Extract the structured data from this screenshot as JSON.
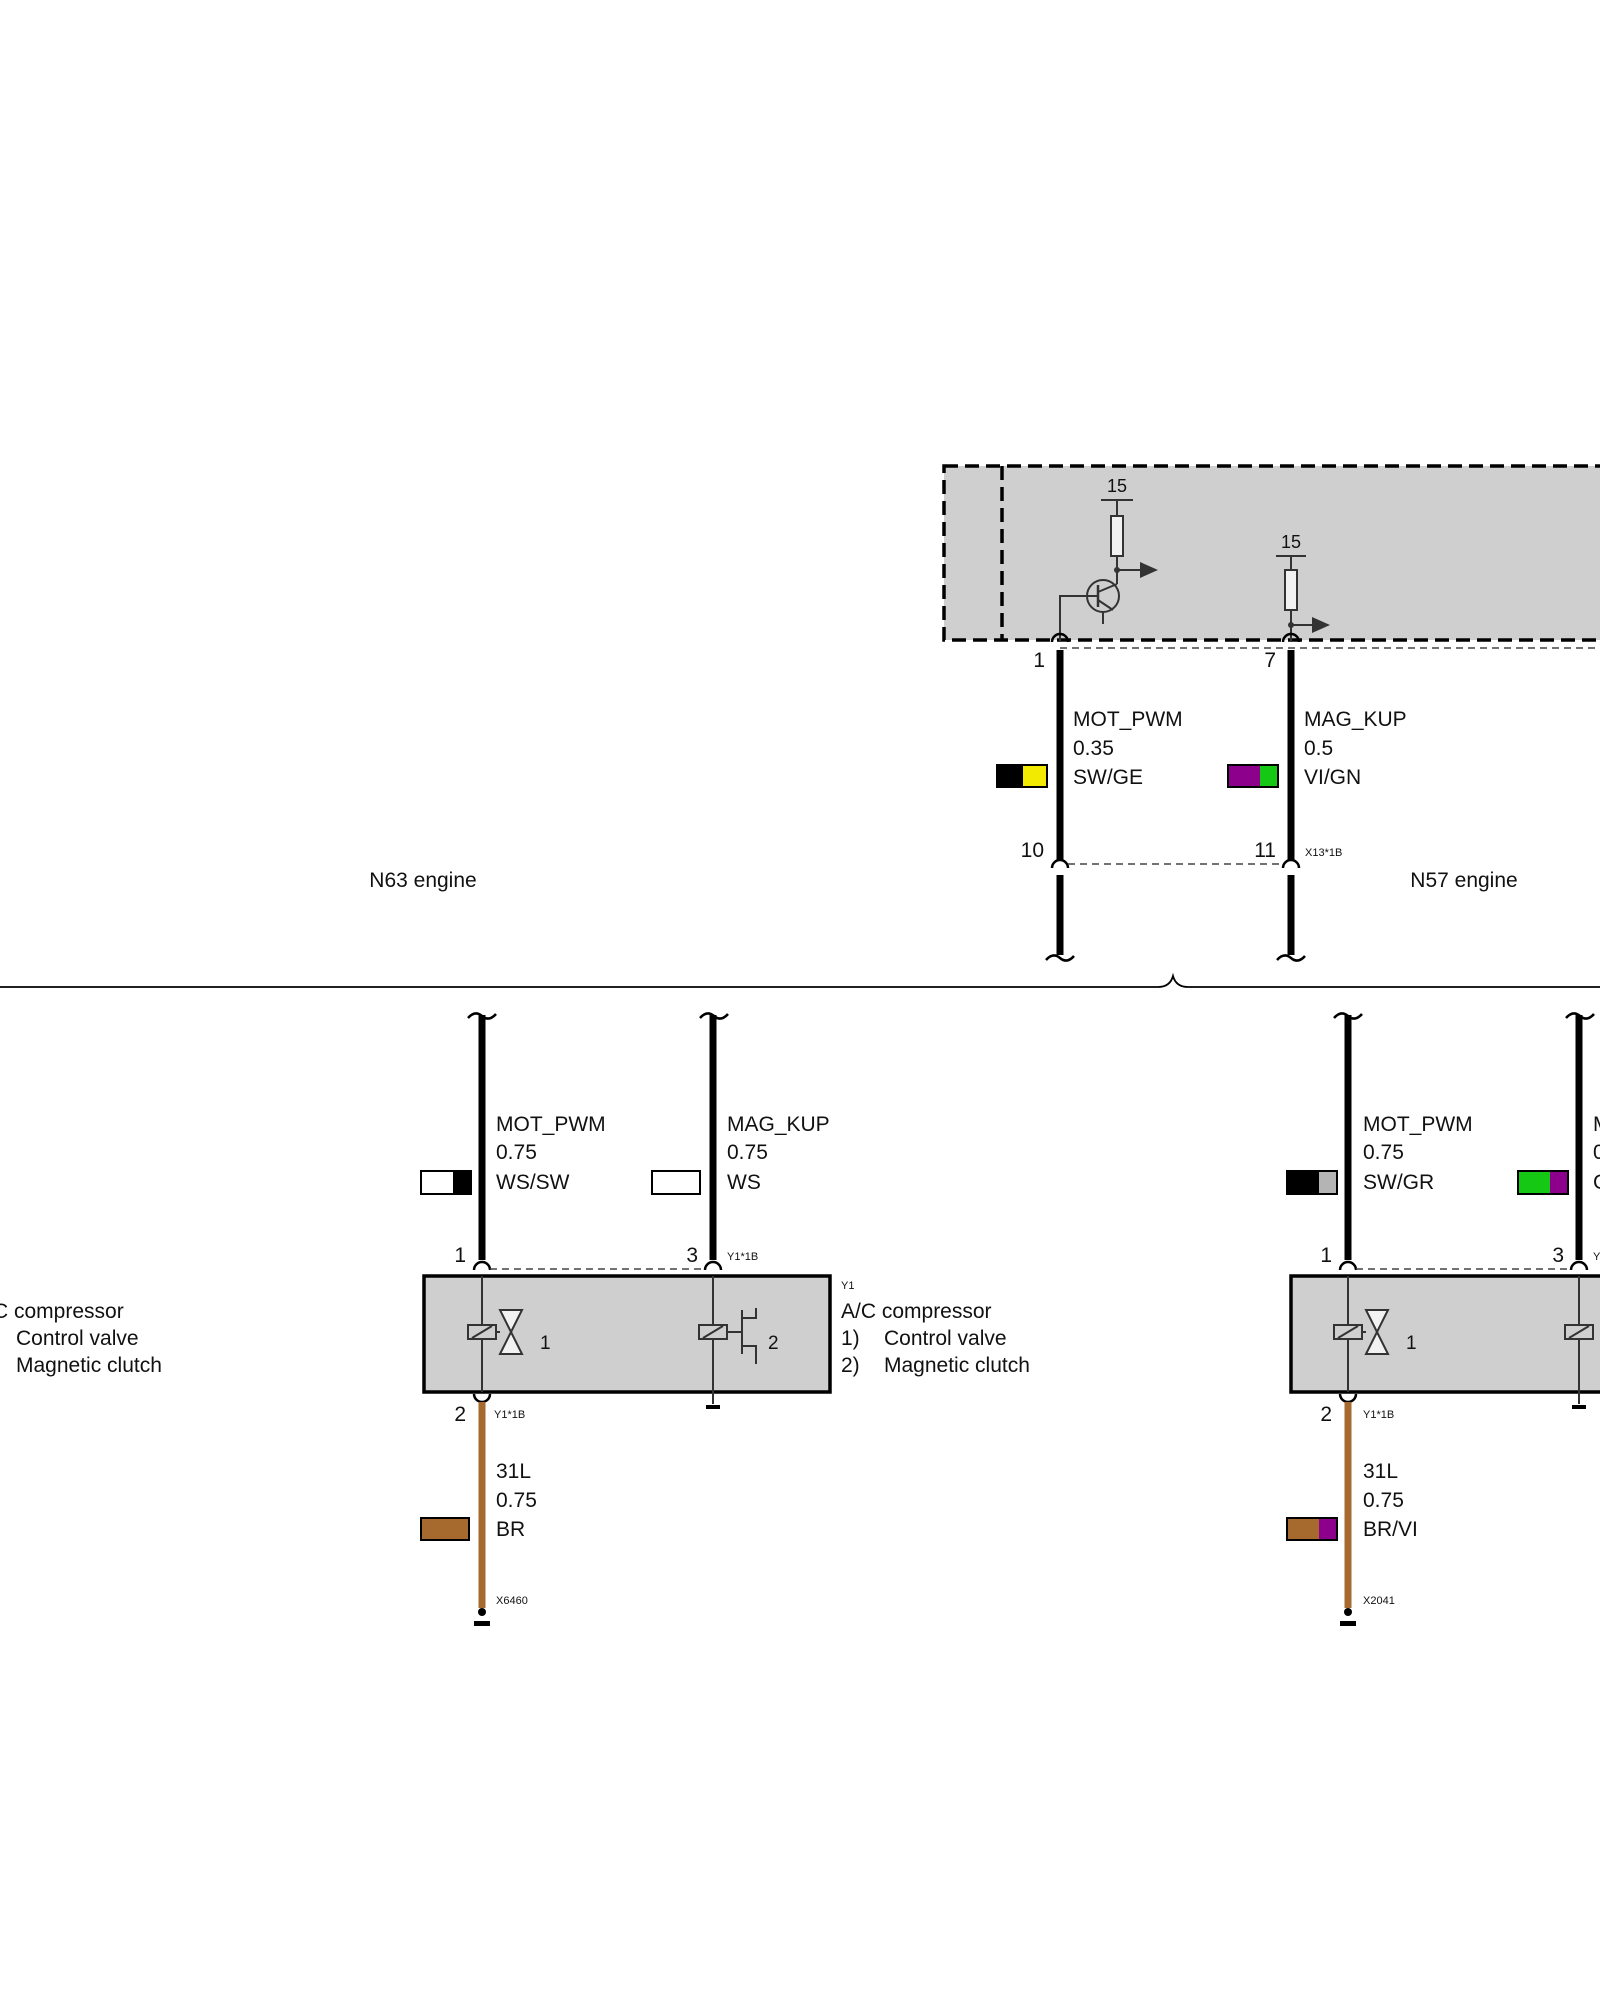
{
  "top_module": {
    "supply_a": "15",
    "supply_b": "15",
    "pin_left": "1",
    "pin_right": "7",
    "wire_left": {
      "signal": "MOT_PWM",
      "size": "0.35",
      "color_code": "SW/GE",
      "swatch": [
        "#000000",
        "#f2ea00"
      ]
    },
    "wire_right": {
      "signal": "MAG_KUP",
      "size": "0.5",
      "color_code": "VI/GN",
      "swatch": [
        "#8c008c",
        "#14c814"
      ]
    },
    "conn_pin_left": "10",
    "conn_pin_right": "11",
    "conn_id": "X13*1B"
  },
  "variant_left": "N63 engine",
  "variant_right": "N57 engine",
  "left_unit": {
    "wire1": {
      "signal": "MOT_PWM",
      "size": "0.75",
      "color_code": "WS/SW",
      "swatch": [
        "#ffffff",
        "#000000"
      ]
    },
    "wire3": {
      "signal": "MAG_KUP",
      "size": "0.75",
      "color_code": "WS",
      "swatch": [
        "#ffffff",
        "#ffffff"
      ]
    },
    "pin1": "1",
    "pin3": "3",
    "pin2": "2",
    "conn_top": "Y1*1B",
    "conn_bottom": "Y1*1B",
    "component_id": "Y1",
    "component_name": "A/C compressor",
    "items": [
      {
        "num": "1)",
        "text": "Control valve"
      },
      {
        "num": "2)",
        "text": "Magnetic clutch"
      }
    ],
    "symbol_1": "1",
    "symbol_2": "2",
    "ground_wire": {
      "signal": "31L",
      "size": "0.75",
      "color_code": "BR",
      "swatch": [
        "#a66a2e",
        "#a66a2e"
      ]
    },
    "ground_id": "X6460"
  },
  "partial_left_legend": {
    "title": "C compressor",
    "line1": "Control valve",
    "line2": "Magnetic clutch"
  },
  "right_unit": {
    "wire1": {
      "signal": "MOT_PWM",
      "size": "0.75",
      "color_code": "SW/GR",
      "swatch": [
        "#000000",
        "#b4b4b4"
      ]
    },
    "wire3_partial": {
      "signal": "M",
      "size": "0",
      "color_code": "G",
      "swatch": [
        "#14c814",
        "#8c008c"
      ]
    },
    "pin1": "1",
    "pin3": "3",
    "pin2": "2",
    "conn_top": "Y",
    "conn_bottom": "Y1*1B",
    "symbol_1": "1",
    "ground_wire": {
      "signal": "31L",
      "size": "0.75",
      "color_code": "BR/VI",
      "swatch": [
        "#a66a2e",
        "#8c008c"
      ]
    },
    "ground_id": "X2041"
  }
}
